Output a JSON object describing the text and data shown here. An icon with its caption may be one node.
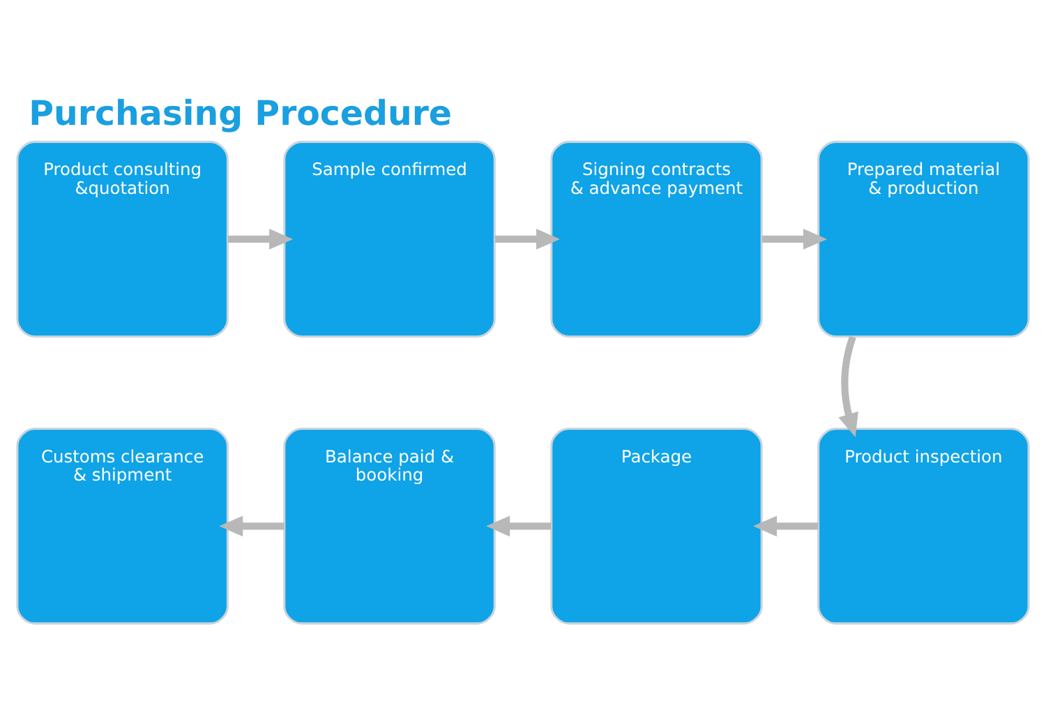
{
  "diagram": {
    "title": "Purchasing Procedure",
    "nodes": [
      {
        "text": [
          "Product consulting &quotation"
        ]
      },
      {
        "text": [
          "Sample confirmed"
        ]
      },
      {
        "text": [
          "Signing contracts & advance payment"
        ]
      },
      {
        "text": [
          "Prepared material & production"
        ]
      },
      {
        "text": [
          "Product inspection"
        ]
      },
      {
        "text": [
          "Package"
        ]
      },
      {
        "text": [
          "Balance paid & booking"
        ]
      },
      {
        "text": [
          "Customs clearance & shipment"
        ]
      }
    ],
    "edges": [
      {
        "from": 0,
        "to": 1,
        "arrow": "to"
      },
      {
        "from": 1,
        "to": 2,
        "arrow": "to"
      },
      {
        "from": 2,
        "to": 3,
        "arrow": "to"
      },
      {
        "from": 3,
        "to": 4,
        "arrow": "to"
      },
      {
        "from": 4,
        "to": 5,
        "arrow": "to"
      },
      {
        "from": 5,
        "to": 6,
        "arrow": "to"
      },
      {
        "from": 6,
        "to": 7,
        "arrow": "to"
      }
    ]
  }
}
